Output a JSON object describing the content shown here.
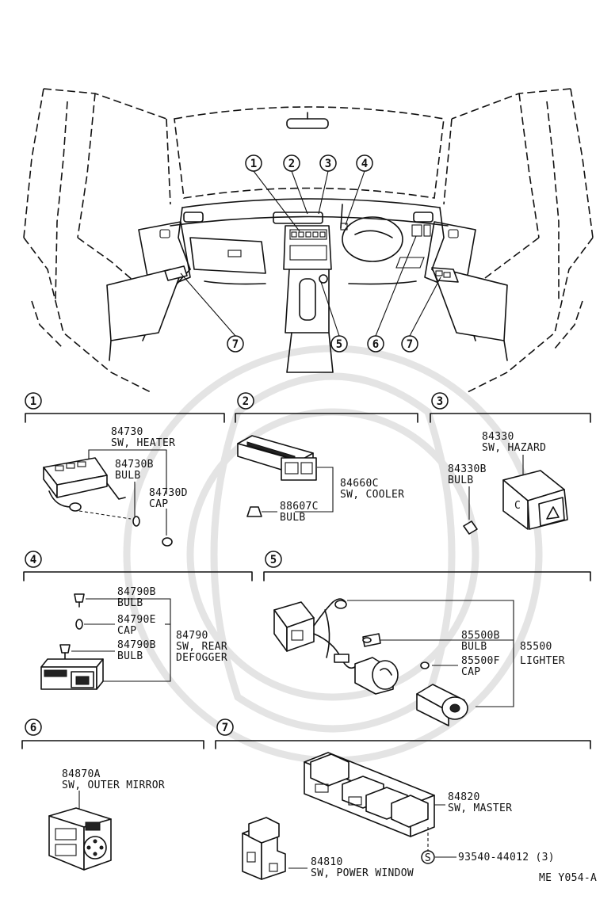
{
  "callouts": [
    "1",
    "2",
    "3",
    "4",
    "5",
    "6",
    "7"
  ],
  "sections": [
    {
      "id": "1",
      "parts": [
        {
          "number": "84730",
          "name": "SW, HEATER"
        },
        {
          "number": "84730B",
          "name": "BULB"
        },
        {
          "number": "84730D",
          "name": "CAP"
        }
      ]
    },
    {
      "id": "2",
      "parts": [
        {
          "number": "84660C",
          "name": "SW, COOLER"
        },
        {
          "number": "88607C",
          "name": "BULB"
        }
      ]
    },
    {
      "id": "3",
      "parts": [
        {
          "number": "84330",
          "name": "SW, HAZARD"
        },
        {
          "number": "84330B",
          "name": "BULB"
        }
      ]
    },
    {
      "id": "4",
      "parts": [
        {
          "number": "84790B",
          "name": "BULB"
        },
        {
          "number": "84790E",
          "name": "CAP"
        },
        {
          "number": "84790B",
          "name": "BULB"
        },
        {
          "number": "84790",
          "name": "SW, REAR",
          "name2": "DEFOGGER"
        }
      ]
    },
    {
      "id": "5",
      "parts": [
        {
          "number": "85500B",
          "name": "BULB"
        },
        {
          "number": "85500F",
          "name": "CAP"
        },
        {
          "number": "85500",
          "name": "LIGHTER"
        }
      ]
    },
    {
      "id": "6",
      "parts": [
        {
          "number": "84870A",
          "name": "SW, OUTER MIRROR"
        }
      ]
    },
    {
      "id": "7",
      "parts": [
        {
          "number": "84820",
          "name": "SW, MASTER"
        },
        {
          "number": "84810",
          "name": "SW, POWER WINDOW"
        },
        {
          "number": "93540-44012 (3)",
          "name": ""
        }
      ]
    }
  ],
  "screw_symbol": "S",
  "diagram_code": "ME Y054-A"
}
